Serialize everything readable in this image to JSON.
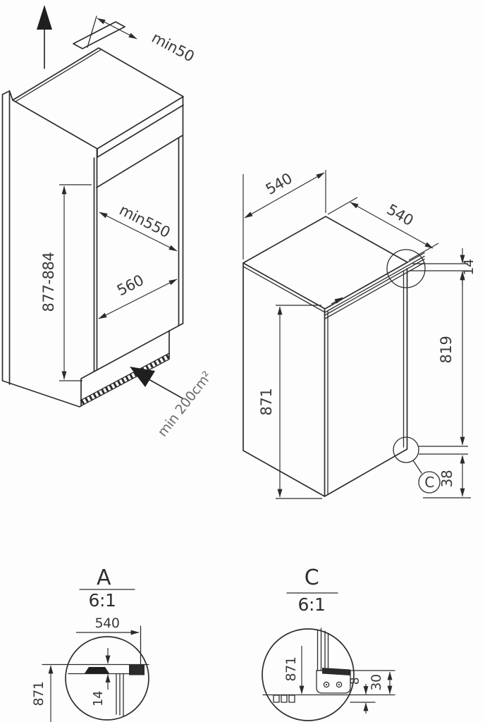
{
  "drawing": {
    "niche": {
      "top_gap": "min50",
      "depth": "min550",
      "width": "560",
      "niche_height": "877-884",
      "vent_area": "min 200cm²"
    },
    "appliance": {
      "depth": "540",
      "width": "540",
      "top_overlap": "14",
      "door_height": "819",
      "height": "871",
      "bottom_overlap": "38",
      "detail_c_ref": "C"
    },
    "detail_a": {
      "label": "A",
      "scale": "6:1",
      "width": "540",
      "height": "871",
      "top_overlap": "14"
    },
    "detail_c": {
      "label": "C",
      "scale": "6:1",
      "height": "871",
      "gap": "8",
      "bracket_offset": "30"
    }
  }
}
